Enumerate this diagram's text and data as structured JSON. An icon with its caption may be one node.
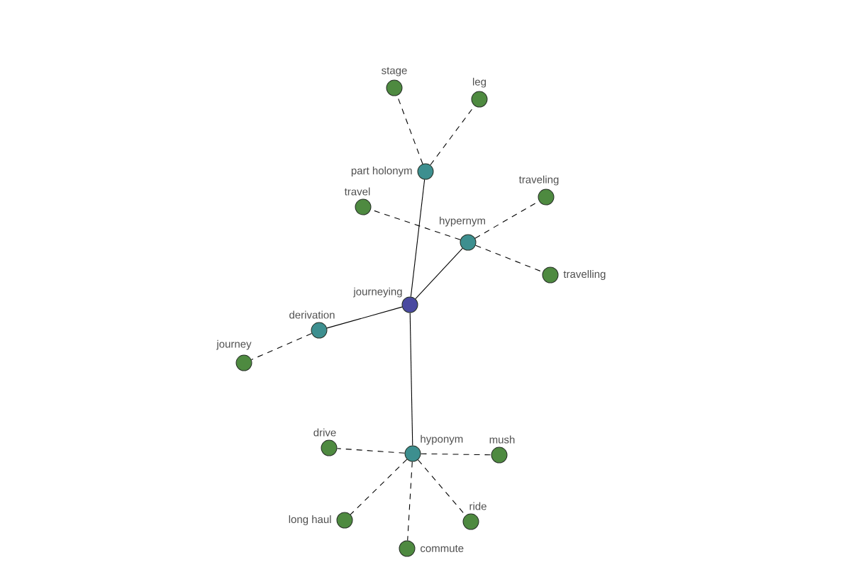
{
  "diagram": {
    "nodes": [
      {
        "text": [
          "stage"
        ]
      },
      {
        "text": [
          "leg"
        ]
      },
      {
        "text": [
          "part holonym"
        ]
      },
      {
        "text": [
          "travel"
        ]
      },
      {
        "text": [
          "traveling"
        ]
      },
      {
        "text": [
          "hypernym"
        ]
      },
      {
        "text": [
          "travelling"
        ]
      },
      {
        "text": [
          "journeying"
        ]
      },
      {
        "text": [
          "derivation"
        ]
      },
      {
        "text": [
          "journey"
        ]
      },
      {
        "text": [
          "drive"
        ]
      },
      {
        "text": [
          "hyponym"
        ]
      },
      {
        "text": [
          "mush"
        ]
      },
      {
        "text": [
          "long haul"
        ]
      },
      {
        "text": [
          "ride"
        ]
      },
      {
        "text": [
          "commute"
        ]
      }
    ],
    "edges": [
      {
        "from": 7,
        "to": 2,
        "arrow": "none"
      },
      {
        "from": 7,
        "to": 5,
        "arrow": "none"
      },
      {
        "from": 7,
        "to": 8,
        "arrow": "none"
      },
      {
        "from": 7,
        "to": 11,
        "arrow": "none"
      },
      {
        "from": 2,
        "to": 0,
        "arrow": "none",
        "style": "dashed"
      },
      {
        "from": 2,
        "to": 1,
        "arrow": "none",
        "style": "dashed"
      },
      {
        "from": 5,
        "to": 3,
        "arrow": "none",
        "style": "dashed"
      },
      {
        "from": 5,
        "to": 4,
        "arrow": "none",
        "style": "dashed"
      },
      {
        "from": 5,
        "to": 6,
        "arrow": "none",
        "style": "dashed"
      },
      {
        "from": 8,
        "to": 9,
        "arrow": "none",
        "style": "dashed"
      },
      {
        "from": 11,
        "to": 10,
        "arrow": "none",
        "style": "dashed"
      },
      {
        "from": 11,
        "to": 12,
        "arrow": "none",
        "style": "dashed"
      },
      {
        "from": 11,
        "to": 13,
        "arrow": "none",
        "style": "dashed"
      },
      {
        "from": 11,
        "to": 15,
        "arrow": "none",
        "style": "dashed"
      },
      {
        "from": 11,
        "to": 14,
        "arrow": "none",
        "style": "dashed"
      }
    ]
  }
}
